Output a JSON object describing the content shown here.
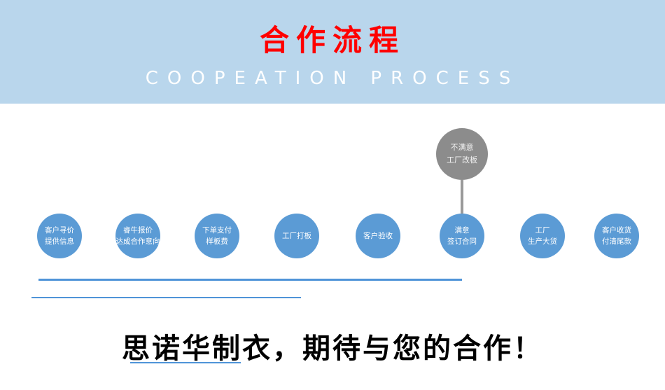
{
  "banner": {
    "title": "合作流程",
    "subtitle": "COOPEATION PROCESS"
  },
  "flow": {
    "steps": [
      {
        "line1": "客户寻价",
        "line2": "提供信息"
      },
      {
        "line1": "睿牛报价",
        "line2": "达成合作意向"
      },
      {
        "line1": "下单支付",
        "line2": "样板费"
      },
      {
        "line1": "工厂打板",
        "line2": ""
      },
      {
        "line1": "客户验收",
        "line2": ""
      },
      {
        "line1": "满意",
        "line2": "签订合同"
      },
      {
        "line1": "工厂",
        "line2": "生产大货"
      },
      {
        "line1": "客户收货",
        "line2": "付清尾款"
      }
    ],
    "branch": {
      "line1": "不满意",
      "line2": "工厂改板"
    }
  },
  "footer": {
    "slogan": "思诺华制衣，期待与您的合作！"
  },
  "colors": {
    "banner_bg": "#b9d6ec",
    "title_red": "#ff0000",
    "subtitle_white": "#ffffff",
    "node_blue": "#5b9bd5",
    "branch_gray": "#8c8c8c",
    "line_blue": "#4f94d8",
    "slogan_black": "#000000"
  }
}
